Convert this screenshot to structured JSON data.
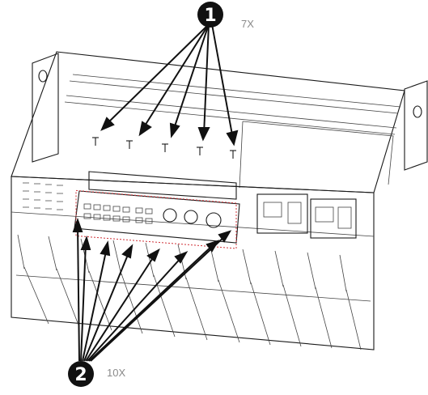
{
  "callouts": [
    {
      "number": "1",
      "quantity": "7X"
    },
    {
      "number": "2",
      "quantity": "10X"
    }
  ],
  "colors": {
    "callout_fill": "#111111",
    "highlight": "#d0343a",
    "quantity_text": "#8a8a8a"
  }
}
